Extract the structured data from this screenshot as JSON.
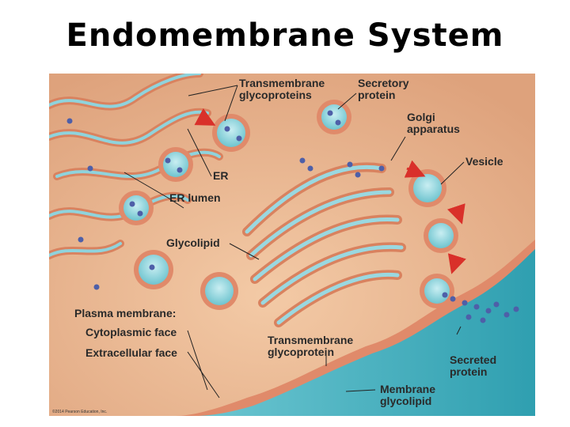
{
  "title": "Endomembrane System",
  "labels": {
    "transmembrane_glycoproteins": "Transmembrane\nglycoproteins",
    "secretory_protein": "Secretory\nprotein",
    "golgi_apparatus": "Golgi\napparatus",
    "vesicle": "Vesicle",
    "er": "ER",
    "er_lumen": "ER lumen",
    "glycolipid": "Glycolipid",
    "plasma_membrane": "Plasma membrane:",
    "cytoplasmic_face": "Cytoplasmic face",
    "extracellular_face": "Extracellular face",
    "transmembrane_glycoprotein": "Transmembrane\nglycoprotein",
    "secreted_protein": "Secreted\nprotein",
    "membrane_glycolipid": "Membrane\nglycolipid"
  },
  "copyright": "©2014 Pearson Education, Inc.",
  "colors": {
    "cytoplasm": "#e9b48f",
    "membrane": "#e08a6a",
    "lumen": "#8fd3dc",
    "extracellular": "#3fb0bf",
    "protein": "#4e5fa8",
    "arrow": "#d9302a"
  }
}
